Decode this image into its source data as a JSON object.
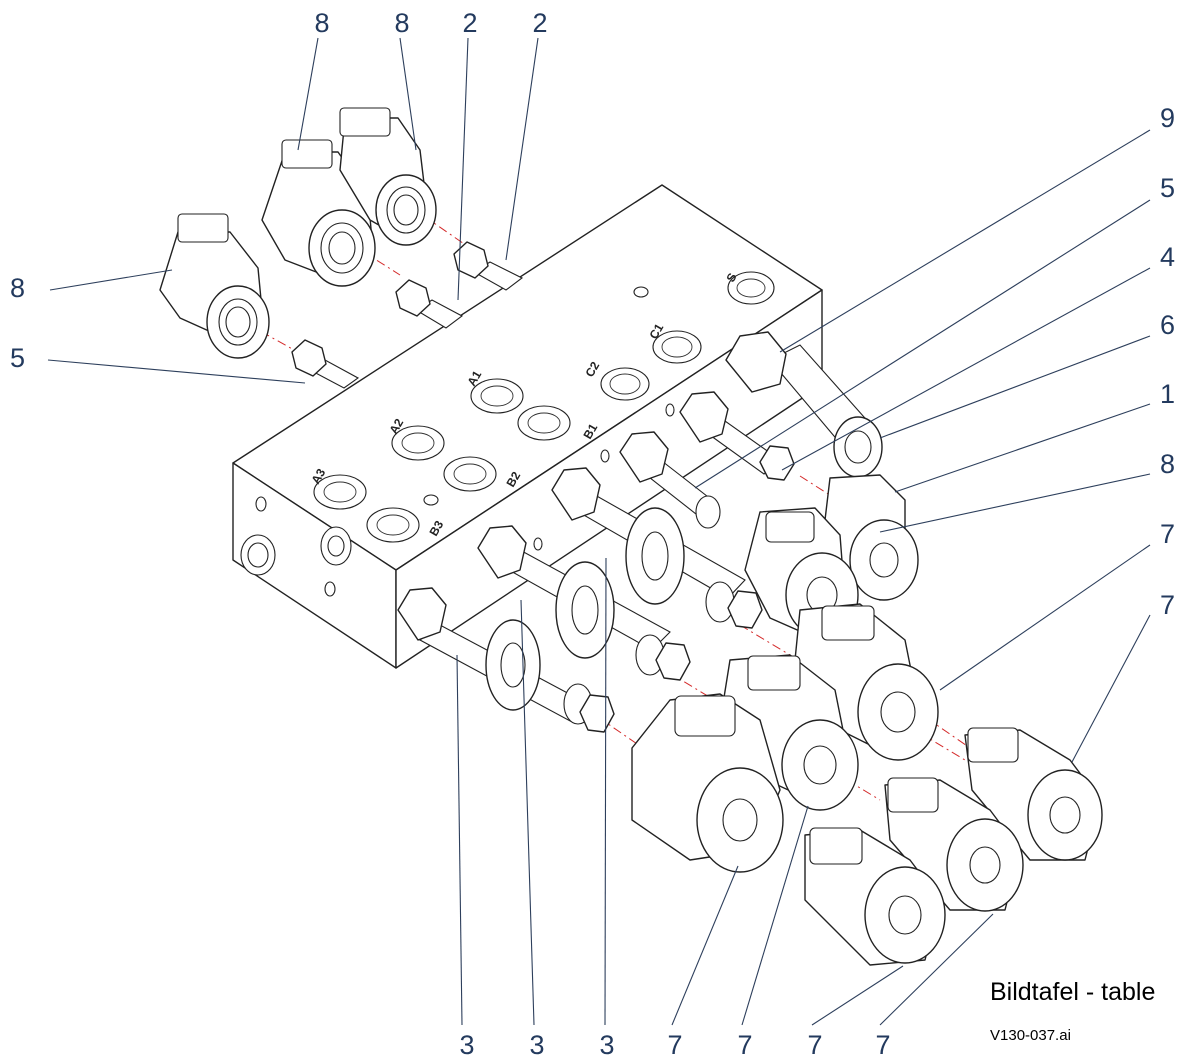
{
  "callouts": {
    "top": [
      "8",
      "8",
      "2",
      "2"
    ],
    "left_upper": "8",
    "left_lower": "5",
    "right": [
      "9",
      "5",
      "4",
      "6",
      "1",
      "8",
      "7",
      "7"
    ],
    "bottom": [
      "3",
      "3",
      "3",
      "7",
      "7",
      "7",
      "7"
    ]
  },
  "ports": {
    "s": "S",
    "c1": "C1",
    "c2": "C2",
    "a1": "A1",
    "b1": "B1",
    "a2": "A2",
    "b2": "B2",
    "a3": "A3",
    "b3": "B3"
  },
  "title_block": {
    "title": "Bildtafel - table",
    "file": "V130-037.ai"
  },
  "colors": {
    "callout": "#233a5e",
    "leader": "#2d3f5c",
    "center_line": "#d42a2a",
    "ink": "#222222"
  }
}
